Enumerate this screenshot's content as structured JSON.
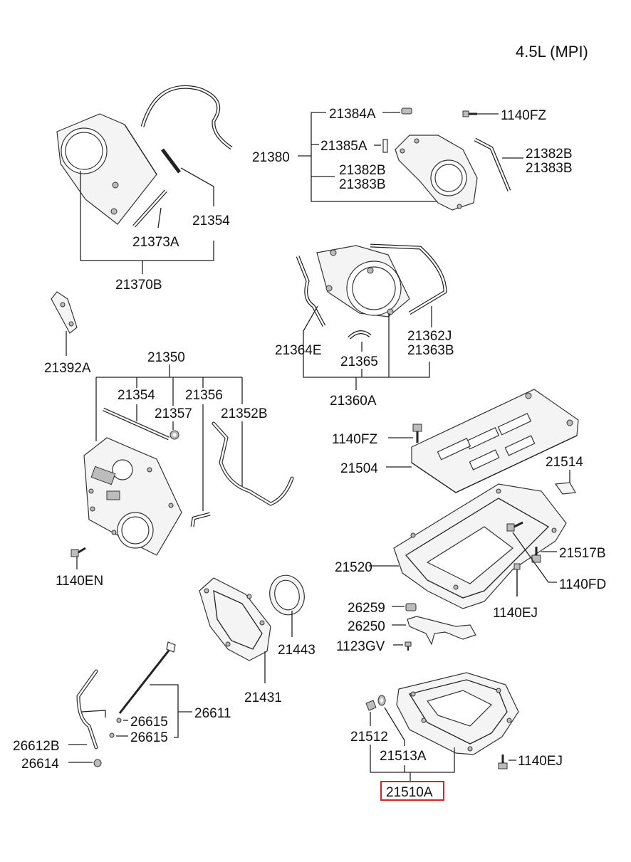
{
  "engine": "4.5L (MPI)",
  "labels": {
    "p21384A": "21384A",
    "p1140FZ_top": "1140FZ",
    "p21380": "21380",
    "p21385A": "21385A",
    "p21382B_a": "21382B",
    "p21383B_a": "21383B",
    "p21382B_b": "21382B",
    "p21383B_b": "21383B",
    "p21354_a": "21354",
    "p21373A": "21373A",
    "p21370B": "21370B",
    "p21392A": "21392A",
    "p21364E": "21364E",
    "p21365": "21365",
    "p21362J": "21362J",
    "p21363B": "21363B",
    "p21360A": "21360A",
    "p21350": "21350",
    "p21354_b": "21354",
    "p21357": "21357",
    "p21356": "21356",
    "p21352B": "21352B",
    "p1140FZ_mid": "1140FZ",
    "p21504": "21504",
    "p21514": "21514",
    "p21520": "21520",
    "p21517B": "21517B",
    "p1140FD": "1140FD",
    "p1140EJ_a": "1140EJ",
    "p1140EN": "1140EN",
    "p26259": "26259",
    "p26250": "26250",
    "p1123GV": "1123GV",
    "p21443": "21443",
    "p21431": "21431",
    "p26615_a": "26615",
    "p26615_b": "26615",
    "p26611": "26611",
    "p26612B": "26612B",
    "p26614": "26614",
    "p21512": "21512",
    "p21513A": "21513A",
    "p1140EJ_b": "1140EJ",
    "p21510A": "21510A"
  },
  "highlight_color": "#e02020"
}
